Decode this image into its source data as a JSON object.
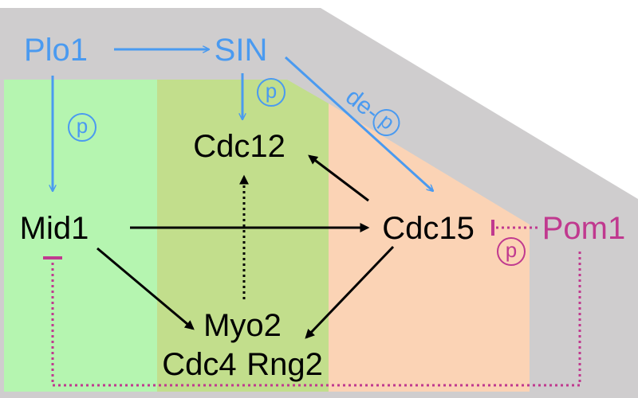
{
  "nodes": {
    "plo1": "Plo1",
    "sin": "SIN",
    "cdc12": "Cdc12",
    "mid1": "Mid1",
    "cdc15": "Cdc15",
    "pom1": "Pom1",
    "myo2": "Myo2",
    "cdc4": "Cdc4",
    "rng2": "Rng2"
  },
  "labels": {
    "phospho_mid1": "p",
    "phospho_cdc12": "p",
    "dephospho_prefix": "de-",
    "dephospho_symbol": "p",
    "phospho_pom1": "p"
  },
  "colors": {
    "region_gray": "#cfcdce",
    "region_green_light": "#b5f5b0",
    "region_green_dark": "#c2de8c",
    "region_orange": "#fbd3b5",
    "activation_blue": "#4a9af0",
    "inhibition_pink": "#c0398f",
    "black": "#000000"
  },
  "icons": [
    "phospho-circle-icon",
    "arrow-icon",
    "inhibition-bar-icon"
  ]
}
